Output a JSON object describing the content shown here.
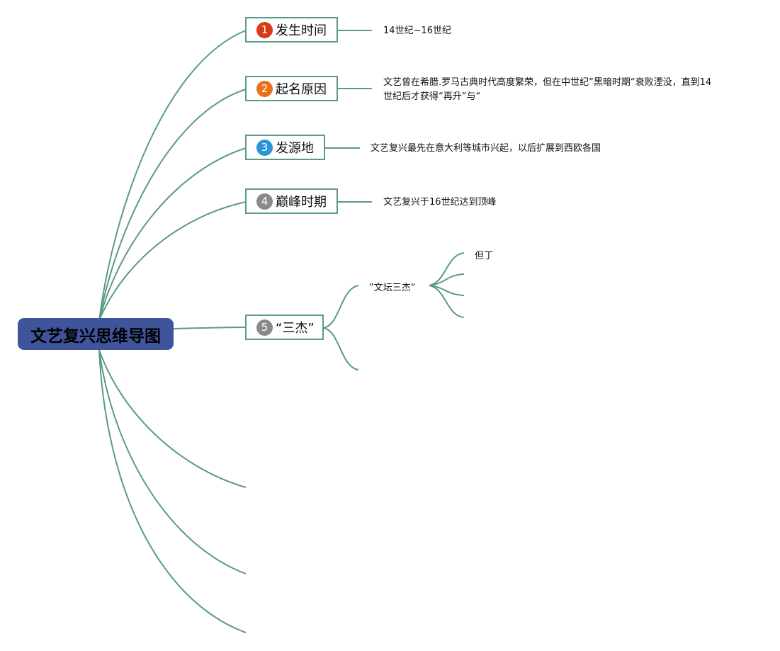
{
  "root": {
    "title": "文艺复兴思维导图"
  },
  "branches": [
    {
      "number": "1",
      "label": "发生时间",
      "badge_color": "#d93a18",
      "detail": "14世纪~16世纪"
    },
    {
      "number": "2",
      "label": "起名原因",
      "badge_color": "#e8721c",
      "detail_line1": "文艺曾在希腊.罗马古典时代高度繁荣，但在中世纪”黑暗时期“衰败湮没，直到14",
      "detail_line2": "世纪后才获得“再升”与“"
    },
    {
      "number": "3",
      "label": "发源地",
      "badge_color": "#2a96d8",
      "detail": "文艺复兴最先在意大利等城市兴起，以后扩展到西欧各国"
    },
    {
      "number": "4",
      "label": "巅峰时期",
      "badge_color": "#8a8a8a",
      "detail": "文艺复兴于16世纪达到顶峰"
    },
    {
      "number": "5",
      "label": "“三杰”",
      "badge_color": "#8a8a8a",
      "sub_topic": "”文坛三杰“",
      "sub_items": [
        "但丁"
      ]
    }
  ],
  "colors": {
    "connector": "#5a9a86",
    "root_fill": "#3f549b",
    "topic_border": "#5a9a86"
  }
}
